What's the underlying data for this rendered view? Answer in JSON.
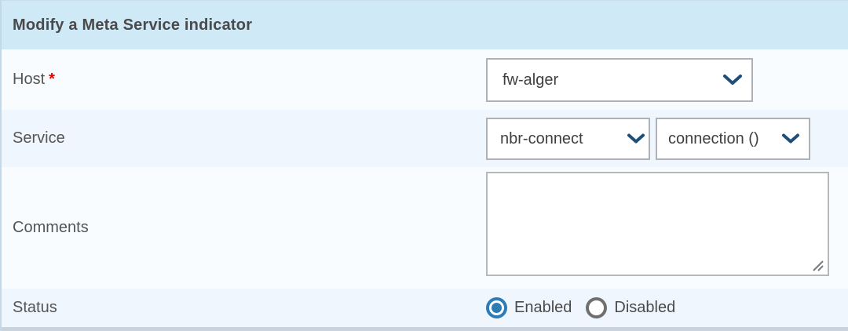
{
  "header": {
    "title": "Modify a Meta Service indicator"
  },
  "form": {
    "required_marker": "*",
    "host": {
      "label": "Host",
      "value": "fw-alger"
    },
    "service": {
      "label": "Service",
      "service_value": "nbr-connect",
      "metric_value": "connection ()"
    },
    "comments": {
      "label": "Comments",
      "value": ""
    },
    "status": {
      "label": "Status",
      "options": [
        {
          "label": "Enabled",
          "selected": true
        },
        {
          "label": "Disabled",
          "selected": false
        }
      ]
    }
  },
  "colors": {
    "header_bg": "#cfe9f6",
    "row_light": "#f8fcfe",
    "row_tinted": "#eff6fd",
    "accent_blue": "#2e7cb5",
    "chevron_blue": "#1e4f7a",
    "required_red": "#e60000",
    "border_gray": "#aeb2b6",
    "footer_strip": "#c9d2dd"
  }
}
